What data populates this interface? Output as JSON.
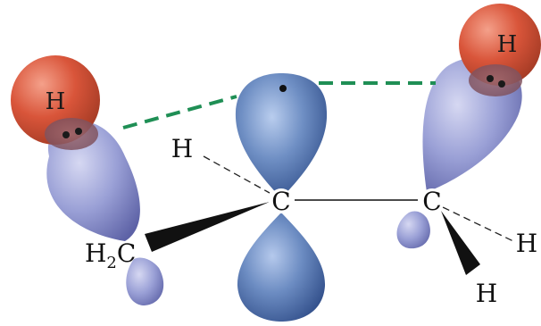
{
  "labels": {
    "h_sphere_left": "H",
    "h_sphere_right": "H",
    "carbon_center": "C",
    "carbon_right": "C",
    "h_center": "H",
    "h_right_1": "H",
    "h_right_2": "H",
    "ch2_main": "H",
    "ch2_sub": "2",
    "ch2_tail": "C"
  },
  "colors": {
    "orbital_blue": "#6f8fc4",
    "orbital_blue_dark": "#2f4d8a",
    "orbital_lavender": "#9aa0d6",
    "hydrogen_red": "#d9553a",
    "hyperconjugation_dash": "#1f8f55",
    "bond": "#111111"
  }
}
